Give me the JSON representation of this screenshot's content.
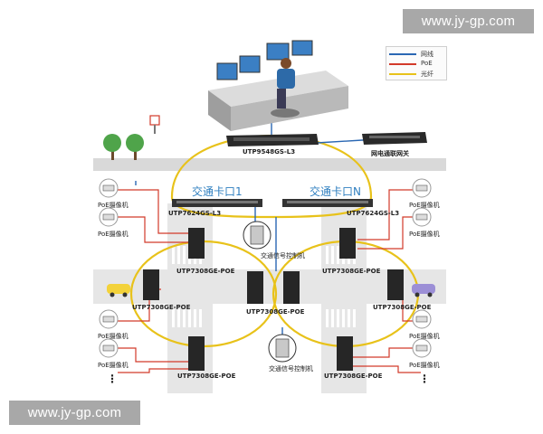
{
  "watermarks": {
    "top": "www.jy-gp.com",
    "bottom": "www.jy-gp.com"
  },
  "legend": [
    {
      "text": "网线",
      "color": "#2a67b3"
    },
    {
      "text": "PoE",
      "color": "#d23a2a"
    },
    {
      "text": "光纤",
      "color": "#e8c21a"
    }
  ],
  "devices": {
    "core": "UTP9548GS-L3",
    "gateway": "网电通联网关",
    "agg_left": "UTP7624GS-L3",
    "agg_right": "UTP7624GS-L3",
    "access_left_top": "UTP7308GE-POE",
    "access_left_mid": "UTP7308GE-POE",
    "access_left_bottom": "UTP7308GE-POE",
    "access_center": "UTP7308GE-POE",
    "access_right_top": "UTP7308GE-POE",
    "access_right_mid": "UTP7308GE-POE",
    "access_right_bottom": "UTP7308GE-POE"
  },
  "zones": {
    "left": "交通卡口1",
    "right": "交通卡口N"
  },
  "signal_controllers": {
    "top": "交通信号控制机",
    "bottom": "交通信号控制机"
  },
  "cameras": {
    "left_1": "PoE摄像机",
    "left_2": "PoE摄像机",
    "left_3": "PoE摄像机",
    "left_4": "PoE摄像机",
    "right_1": "PoE摄像机",
    "right_2": "PoE摄像机",
    "right_3": "PoE摄像机",
    "right_4": "PoE摄像机"
  },
  "ellipsis": "⋮"
}
